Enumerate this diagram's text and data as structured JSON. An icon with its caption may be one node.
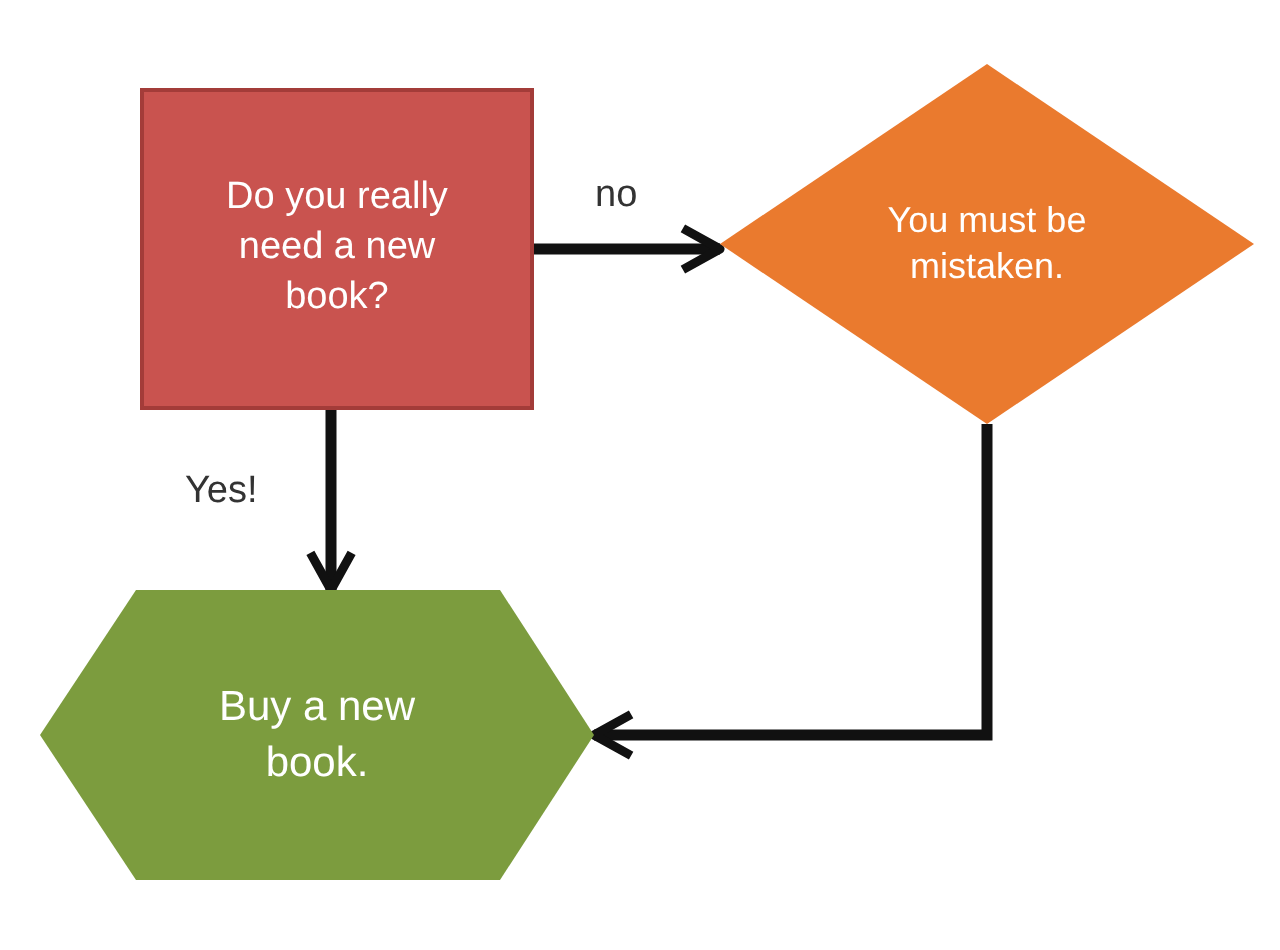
{
  "diagram": {
    "nodes": [
      {
        "text": [
          "Do you really need a new book?"
        ]
      },
      {
        "text": [
          "You must be mistaken."
        ]
      },
      {
        "text": [
          "Buy a new book."
        ]
      }
    ],
    "edges": [
      {
        "from": 0,
        "to": 1,
        "arrow": "to",
        "label": "no"
      },
      {
        "from": 0,
        "to": 2,
        "arrow": "to",
        "label": "Yes!"
      },
      {
        "from": 1,
        "to": 2,
        "arrow": "to"
      }
    ]
  }
}
